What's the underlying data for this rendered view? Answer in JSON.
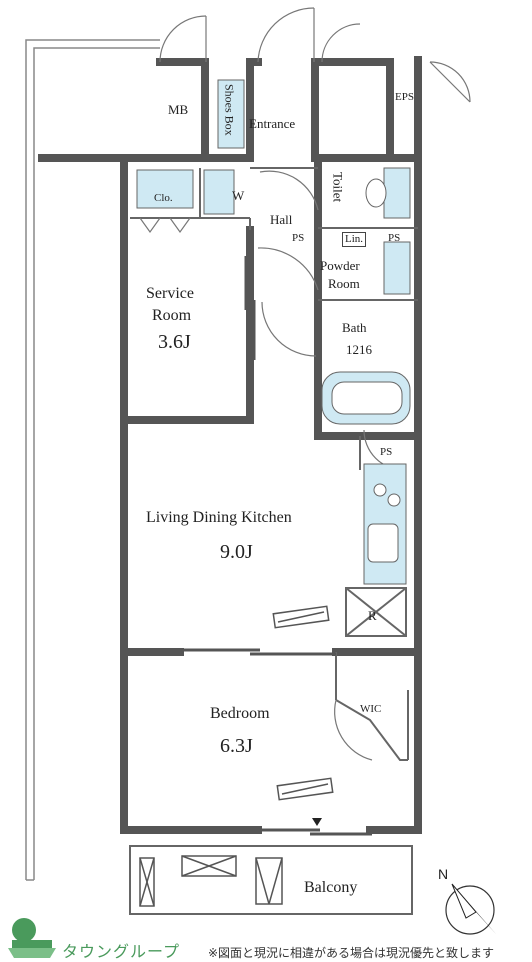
{
  "rooms": {
    "mb": "MB",
    "shoes_box": "Shoes Box",
    "entrance": "Entrance",
    "eps": "EPS",
    "clo": "Clo.",
    "w": "W",
    "hall": "Hall",
    "ps_hall": "PS",
    "toilet": "Toilet",
    "lin": "Lin.",
    "ps_lin": "PS",
    "powder_room_line1": "Powder",
    "powder_room_line2": "Room",
    "bath": "Bath",
    "bath_size": "1216",
    "service_room_line1": "Service",
    "service_room_line2": "Room",
    "service_room_area": "3.6J",
    "ps_kitchen": "PS",
    "ldk": "Living Dining Kitchen",
    "ldk_area": "9.0J",
    "refrigerator": "R",
    "wic": "WIC",
    "bedroom": "Bedroom",
    "bedroom_area": "6.3J",
    "balcony": "Balcony"
  },
  "compass": {
    "label": "N"
  },
  "footer": {
    "logo_text": "タウングループ",
    "note": "※図面と現況に相違がある場合は現況優先と致します"
  },
  "colors": {
    "wall": "#555555",
    "fixture": "#cfe9f3",
    "logo": "#4a9a5c"
  }
}
